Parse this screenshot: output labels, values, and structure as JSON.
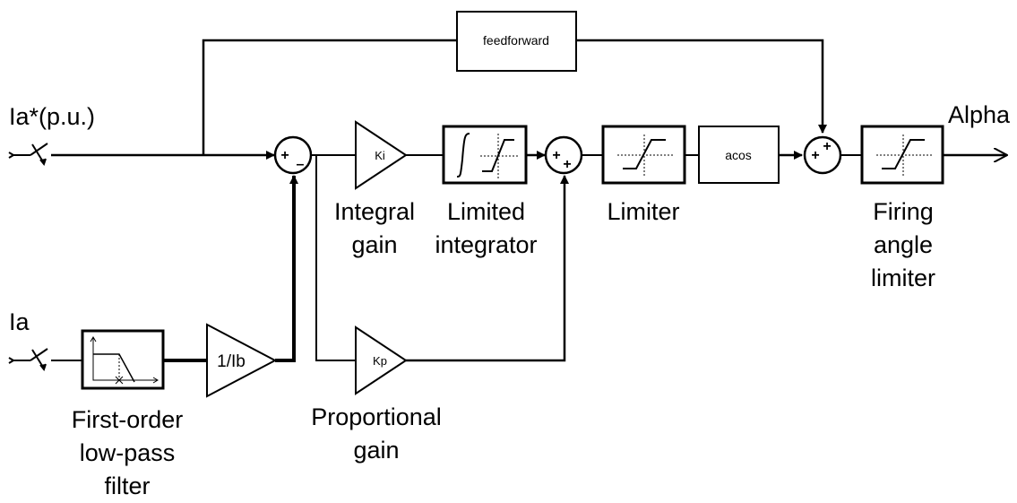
{
  "inputs": {
    "ia_ref": "Ia*(p.u.)",
    "ia": "Ia"
  },
  "output": {
    "alpha": "Alpha"
  },
  "blocks": {
    "feedforward": "feedforward",
    "ki": "Ki",
    "kp": "Kp",
    "inv_ib": "1/Ib",
    "acos": "acos"
  },
  "labels": {
    "integral_gain": [
      "Integral",
      "gain"
    ],
    "limited_integrator": [
      "Limited",
      "integrator"
    ],
    "limiter": [
      "Limiter"
    ],
    "firing_angle_limiter": [
      "Firing",
      "angle",
      "limiter"
    ],
    "lowpass_filter": [
      "First-order",
      "low-pass",
      "filter"
    ],
    "proportional_gain": [
      "Proportional",
      "gain"
    ]
  },
  "colors": {
    "line": "#000000",
    "background": "#ffffff"
  }
}
